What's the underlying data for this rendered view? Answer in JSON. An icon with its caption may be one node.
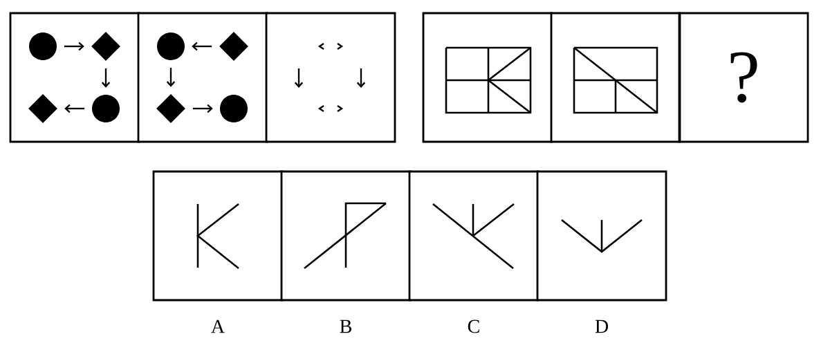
{
  "diagram": {
    "nodes": [
      {
        "text": [],
        "shape": "box"
      },
      {
        "text": [],
        "shape": "circle",
        "in": 0
      },
      {
        "text": [],
        "shape": "diamond",
        "in": 0
      },
      {
        "text": [],
        "shape": "diamond",
        "in": 0
      },
      {
        "text": [],
        "shape": "circle",
        "in": 0
      },
      {
        "text": [],
        "shape": "box"
      },
      {
        "text": [],
        "shape": "circle",
        "in": 5
      },
      {
        "text": [],
        "shape": "diamond",
        "in": 5
      },
      {
        "text": [],
        "shape": "diamond",
        "in": 5
      },
      {
        "text": [],
        "shape": "circle",
        "in": 5
      },
      {
        "text": [],
        "shape": "box"
      },
      {
        "text": [],
        "shape": "box"
      },
      {
        "text": [],
        "shape": "box"
      },
      {
        "text": [
          "?"
        ]
      },
      {
        "text": [],
        "shape": "box",
        "beside": [
          "A"
        ]
      },
      {
        "text": [],
        "shape": "box",
        "beside": [
          "B"
        ]
      },
      {
        "text": [],
        "shape": "box",
        "beside": [
          "C"
        ]
      },
      {
        "text": [],
        "shape": "box",
        "beside": [
          "D"
        ]
      }
    ],
    "edges": [
      {
        "from": 1,
        "to": 2,
        "arrow": "to"
      },
      {
        "from": 2,
        "to": 4,
        "arrow": "to"
      },
      {
        "from": 4,
        "to": 3,
        "arrow": "to"
      },
      {
        "from": 7,
        "to": 6,
        "arrow": "to"
      },
      {
        "from": 6,
        "to": 8,
        "arrow": "to"
      },
      {
        "from": 8,
        "to": 9,
        "arrow": "to"
      }
    ]
  }
}
